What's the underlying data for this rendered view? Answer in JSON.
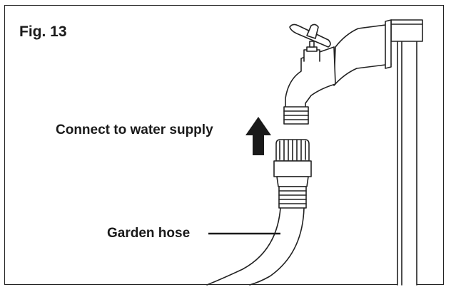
{
  "figure": {
    "label": "Fig. 13"
  },
  "callouts": {
    "connect_label": "Connect to water supply",
    "hose_label": "Garden hose"
  },
  "colors": {
    "line": "#222222",
    "arrow": "#1a1a1a",
    "background": "#ffffff"
  },
  "icons": {
    "arrow": "up-arrow-icon"
  }
}
